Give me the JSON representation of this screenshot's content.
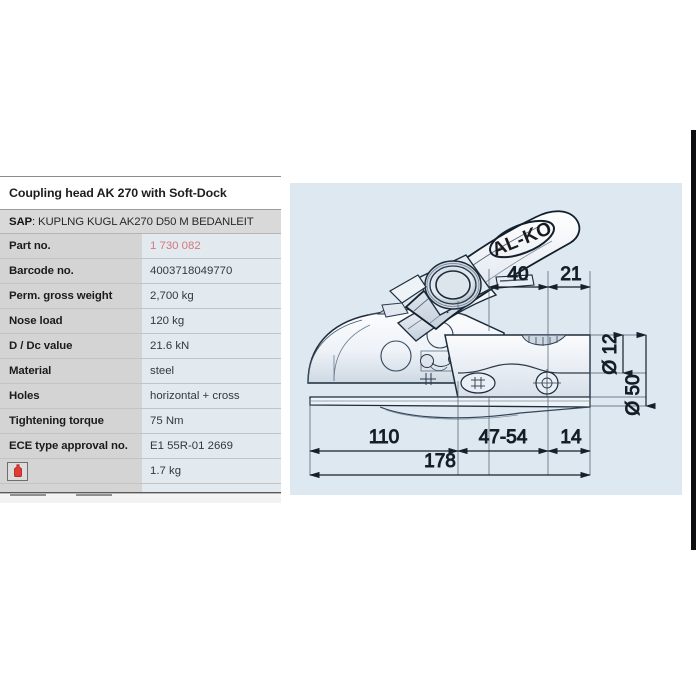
{
  "product": {
    "title": "Coupling head AK 270 with Soft-Dock",
    "sap_label": "SAP",
    "sap_separator": ": ",
    "sap_value": "KUPLNG KUGL AK270 D50 M BEDANLEIT"
  },
  "spec_rows": [
    {
      "label": "Part no.",
      "value": "1 730 082",
      "accent": true
    },
    {
      "label": "Barcode no.",
      "value": "4003718049770",
      "accent": false
    },
    {
      "label": "Perm. gross weight",
      "value": "2,700 kg",
      "accent": false
    },
    {
      "label": "Nose load",
      "value": "120 kg",
      "accent": false
    },
    {
      "label": "D / Dc value",
      "value": "21.6 kN",
      "accent": false
    },
    {
      "label": "Material",
      "value": "steel",
      "accent": false
    },
    {
      "label": "Holes",
      "value": "horizontal + cross",
      "accent": false
    },
    {
      "label": "Tightening torque",
      "value": "75 Nm",
      "accent": false
    },
    {
      "label": "ECE type approval no.",
      "value": "E1 55R-01 2669",
      "accent": false
    }
  ],
  "weight_row": {
    "icon": "weight-icon",
    "value": "1.7 kg"
  },
  "drawing": {
    "brand_logo": "AL-KO",
    "dimensions": {
      "d40": "40",
      "d21": "21",
      "d110": "110",
      "d47_54": "47-54",
      "d14": "14",
      "d178": "178",
      "dia12": "Ø 12",
      "dia50": "Ø 50"
    }
  },
  "colors": {
    "panel_background": "#dde8f1",
    "label_cell": "#d4d4d4",
    "value_cell": "#e3eaef",
    "accent_red": "#d4777f",
    "icon_red": "#e23a35",
    "line": "#1a2a3a"
  }
}
